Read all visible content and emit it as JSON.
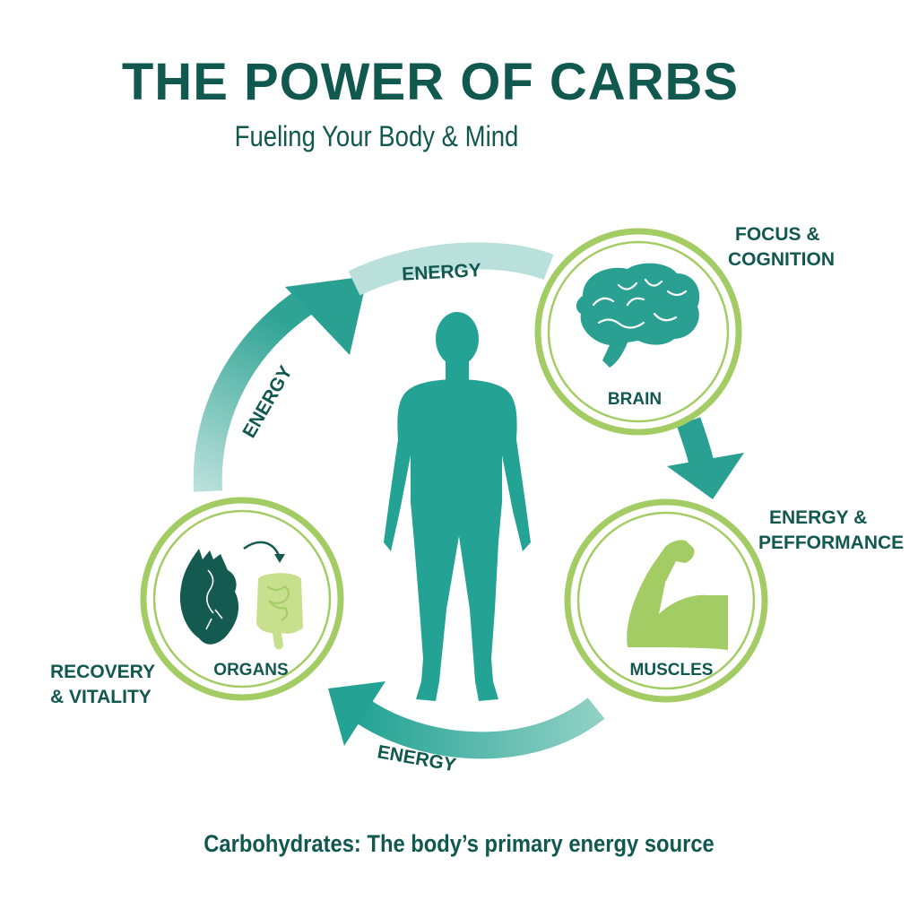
{
  "header": {
    "title": "THE POWER OF CARBS",
    "subtitle": "Fueling Your Body & Mind"
  },
  "diagram": {
    "center": {
      "name": "Human body silhouette"
    },
    "nodes": [
      {
        "id": "brain",
        "label": "BRAIN",
        "benefit_line1": "FOCUS &",
        "benefit_line2": "COGNITION",
        "icon": "brain-icon"
      },
      {
        "id": "muscles",
        "label": "MUSCLES",
        "benefit_line1": "ENERGY &",
        "benefit_line2": "PEFFORMANCE",
        "icon": "flexed-arm-icon"
      },
      {
        "id": "organs",
        "label": "ORGANS",
        "benefit_line1": "RECOVERY",
        "benefit_line2": "& VITALITY",
        "icon": "heart-and-intestines-icon"
      }
    ],
    "arrows": [
      {
        "label": "ENERGY",
        "position": "top"
      },
      {
        "label": "ENERGY",
        "position": "left"
      },
      {
        "label": "ENERGY",
        "position": "bottom"
      }
    ]
  },
  "footer": {
    "tagline": "Carbohydrates: The body’s primary energy source"
  },
  "colors": {
    "dark_teal": "#11584f",
    "teal": "#24a394",
    "light_teal": "#b9e0da",
    "lime": "#a4cc64",
    "organ_heart": "#145a50"
  }
}
